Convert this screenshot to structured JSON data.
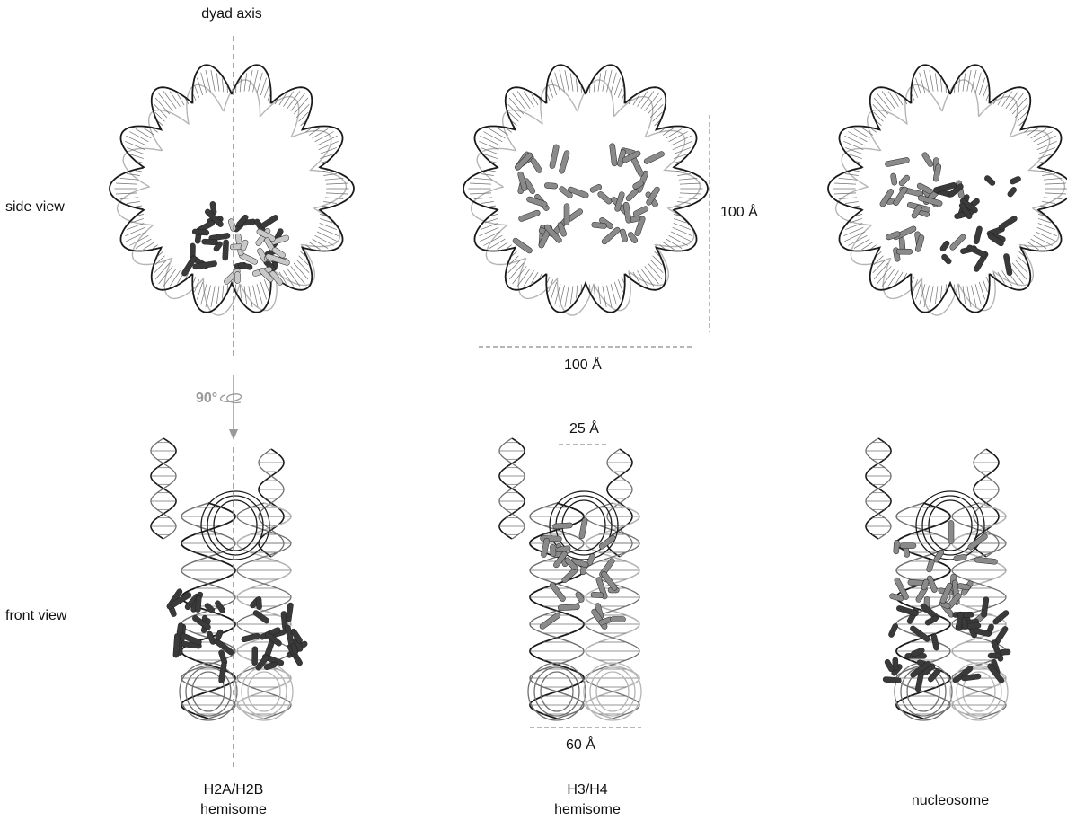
{
  "labels": {
    "dyad_axis": "dyad axis",
    "side_view": "side  view",
    "front_view": "front  view",
    "rotation": "90°",
    "dim_100_vertical": "100 Å",
    "dim_100_horizontal": "100 Å",
    "dim_25": "25 Å",
    "dim_60": "60 Å"
  },
  "columns": [
    {
      "line1": "H2A/H2B",
      "line2": "hemisome"
    },
    {
      "line1": "H3/H4",
      "line2": "hemisome"
    },
    {
      "line1": "nucleosome",
      "line2": ""
    }
  ],
  "colors": {
    "dna_dark": "#1a1a1a",
    "dna_mid": "#707070",
    "dna_light": "#b5b5b5",
    "protein_dark": "#3a3a3a",
    "protein_mid": "#8a8a8a",
    "protein_light": "#c8c8c8",
    "guide": "#8c8c8c",
    "rotation": "#9a9a9a"
  }
}
